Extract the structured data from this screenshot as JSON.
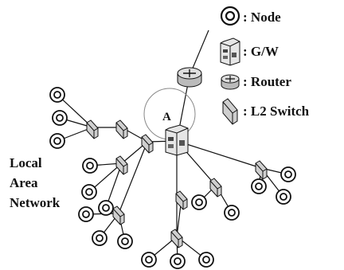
{
  "legend": [
    {
      "icon": "node-icon",
      "label": ": Node"
    },
    {
      "icon": "gateway-icon",
      "label": ": G/W"
    },
    {
      "icon": "router-icon",
      "label": ": Router"
    },
    {
      "icon": "l2-switch-icon",
      "label": ": L2 Switch"
    }
  ],
  "region_label": "A",
  "lan_label": [
    "Local",
    "Area",
    "Network"
  ],
  "colors": {
    "stroke": "#111111",
    "device_fill": "#d8d8d8",
    "background": "#ffffff"
  }
}
